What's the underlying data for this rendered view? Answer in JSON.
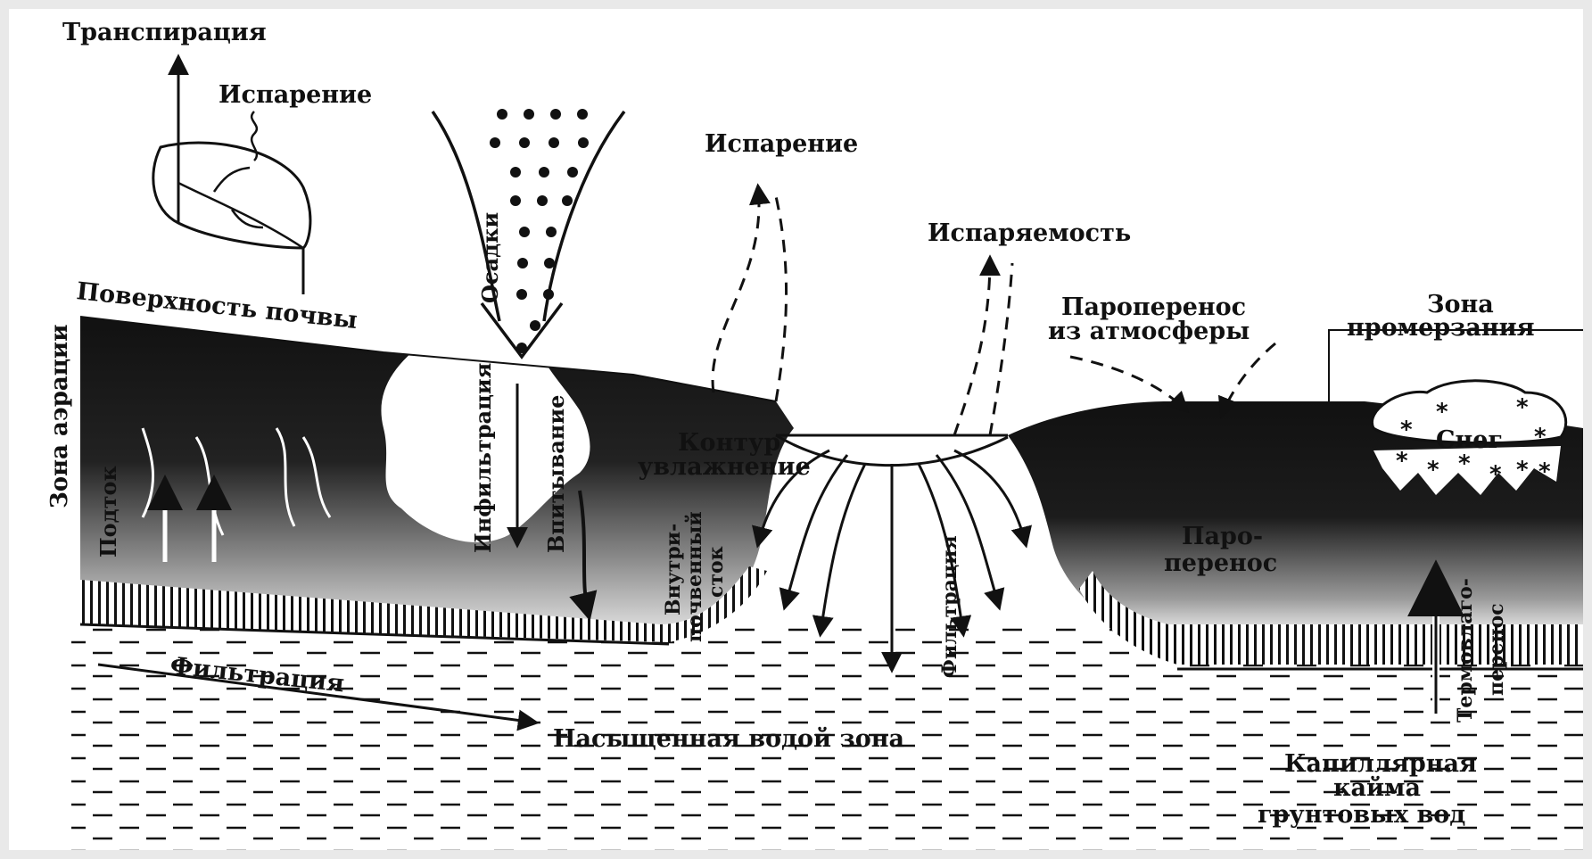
{
  "labels": {
    "transpiration": "Транспирация",
    "evaporation_plant": "Испарение",
    "precipitation": "Осадки",
    "evaporation_soil": "Испарение",
    "evaporability": "Испаряемость",
    "vapor_from_atmosphere_1": "Пароперенос",
    "vapor_from_atmosphere_2": "из атмосферы",
    "freezing_zone_1": "Зона",
    "freezing_zone_2": "промерзания",
    "soil_surface": "Поверхность почвы",
    "aeration_zone": "Зона аэрации",
    "capillary_rise": "Подток",
    "infiltration": "Инфильтрация",
    "absorption": "Впитывание",
    "moisture_contour_1": "Контур",
    "moisture_contour_2": "увлажнение",
    "subsurface_runoff_1": "Внутри-",
    "subsurface_runoff_2": "почвенный",
    "subsurface_runoff_3": "сток",
    "filtration_vertical": "Фильтрация",
    "vapor_transfer_1": "Паро-",
    "vapor_transfer_2": "перенос",
    "snow": "Снег",
    "thermo_moisture_1": "Термовлаго-",
    "thermo_moisture_2": "перенос",
    "filtration_lateral": "Фильтрация",
    "saturated_zone": "Насыщенная водой зона",
    "capillary_fringe_1": "Капиллярная",
    "capillary_fringe_2": "кайма",
    "capillary_fringe_3": "грунтовых вод"
  },
  "colors": {
    "ink": "#111111",
    "paper": "#ffffff",
    "frame": "#e9e9e9"
  }
}
